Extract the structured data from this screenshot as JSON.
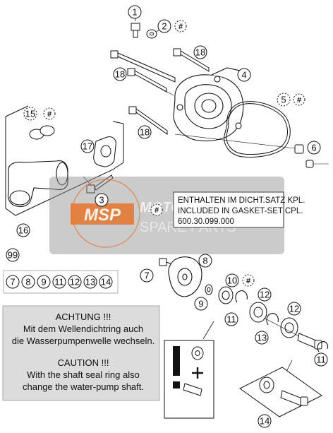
{
  "diagram": {
    "callouts": {
      "c1": "1",
      "c2": "2",
      "c3": "3",
      "c4": "4",
      "c5": "5",
      "c6": "6",
      "c7a": "7",
      "c8": "8",
      "c9": "9",
      "c10": "10",
      "c11a": "11",
      "c11b": "11",
      "c12a": "12",
      "c12b": "12",
      "c13": "13",
      "c14": "14",
      "c15": "15",
      "c16": "16",
      "c17": "17",
      "c18a": "18",
      "c18b": "18",
      "c18c": "18",
      "c99": "99"
    },
    "hash_symbol": "#",
    "kit_numbers": [
      "7",
      "8",
      "9",
      "11",
      "12",
      "13",
      "14"
    ],
    "note": {
      "line1": "ENTHALTEN IM DICHT.SATZ KPL.",
      "line2": "INCLUDED IN GASKET-SET CPL.",
      "line3": "600.30.099.000"
    },
    "warning": {
      "de_title": "ACHTUNG !!!",
      "de_line1": "Mit dem Wellendichtring auch",
      "de_line2": "die Wasserpumpenwelle wechseln.",
      "en_title": "CAUTION !!!",
      "en_line1": "With the shaft seal ring also",
      "en_line2": "change the water-pump shaft."
    },
    "watermark": {
      "logo": "MSP",
      "line1": "MOTORCYCLE",
      "line2": "SPARE PARTS"
    },
    "colors": {
      "watermark_band": "#8c8c8c",
      "logo_orange": "#e8742a",
      "warning_box": "#dcdcdc",
      "line": "#111111"
    }
  }
}
